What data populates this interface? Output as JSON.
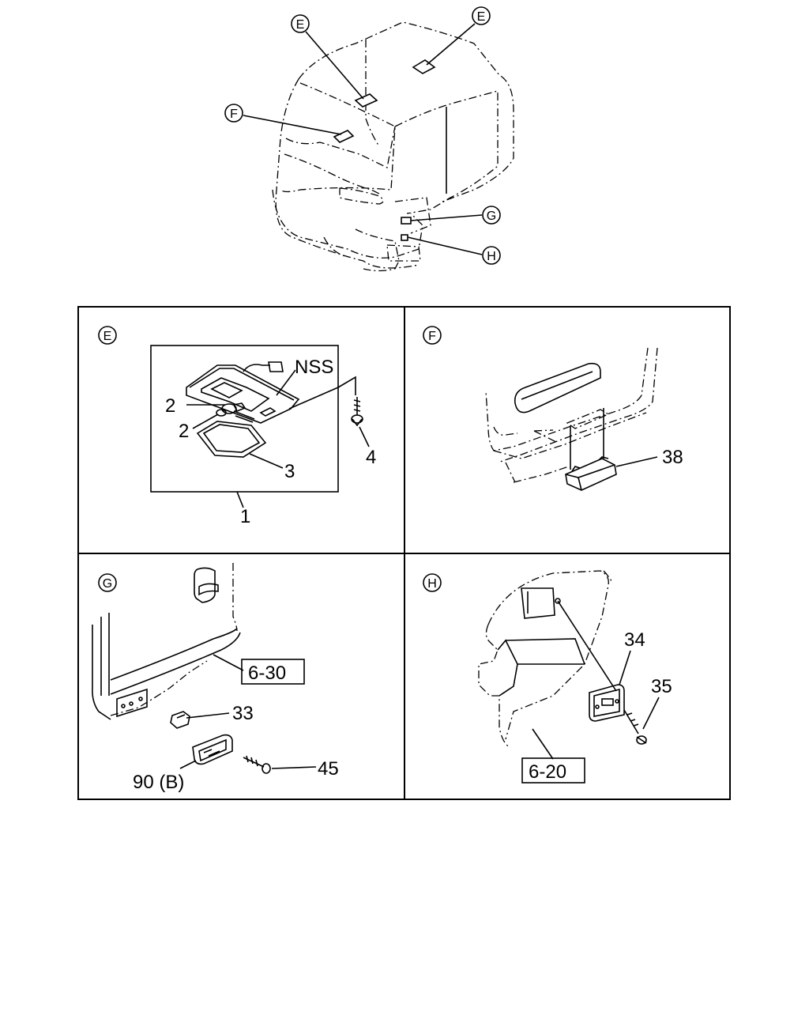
{
  "overview": {
    "callouts": {
      "e_roof_center": "E",
      "e_roof_right": "E",
      "f_front": "F",
      "g_step": "G",
      "h_step": "H"
    }
  },
  "panels": {
    "e": {
      "letter": "E",
      "labels": {
        "nss": "NSS",
        "p2a": "2",
        "p2b": "2",
        "p3": "3",
        "p4": "4",
        "p1": "1"
      }
    },
    "f": {
      "letter": "F",
      "labels": {
        "p38": "38"
      }
    },
    "g": {
      "letter": "G",
      "labels": {
        "ref": "6-30",
        "p33": "33",
        "p90": "90 (B)",
        "p45": "45"
      }
    },
    "h": {
      "letter": "H",
      "labels": {
        "ref": "6-20",
        "p34": "34",
        "p35": "35"
      }
    }
  },
  "icons": [
    "roof-lamp-icon",
    "marker-lamp-icon",
    "step-lamp-icon",
    "screw-icon",
    "socket-icon"
  ]
}
